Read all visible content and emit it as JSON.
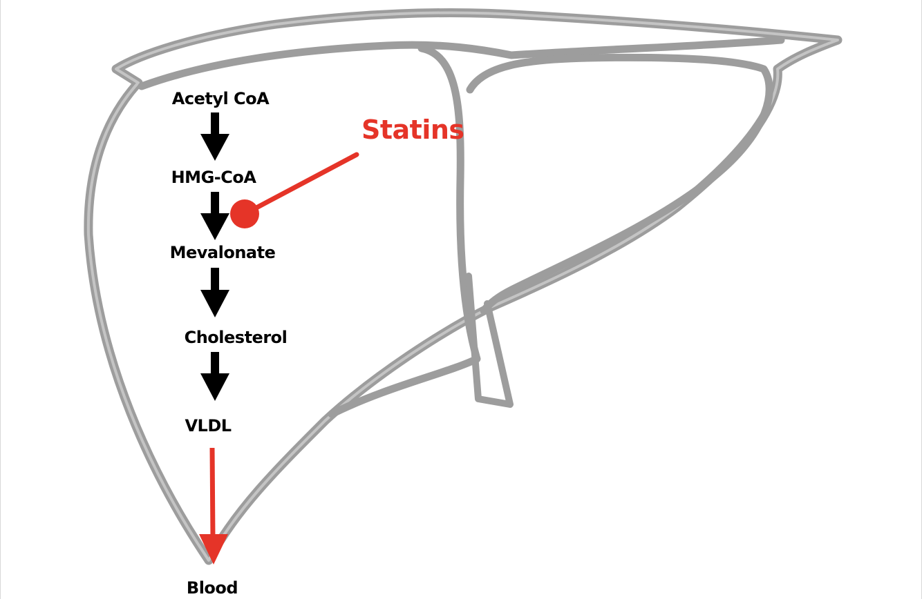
{
  "diagram": {
    "pathway": {
      "acetyl_coa": "Acetyl CoA",
      "hmg_coa": "HMG-CoA",
      "mevalonate": "Mevalonate",
      "cholesterol": "Cholesterol",
      "vldl": "VLDL",
      "blood": "Blood"
    },
    "inhibitor": {
      "label": "Statins"
    },
    "colors": {
      "organ_outline": "#9d9d9d",
      "organ_outline_inner": "#c4c4c4",
      "pathway_arrow": "#000000",
      "inhibition": "#e53428",
      "text": "#000000"
    },
    "icons": {
      "organ": "liver-outline",
      "inhibition_marker": "dot-ended-line"
    }
  }
}
